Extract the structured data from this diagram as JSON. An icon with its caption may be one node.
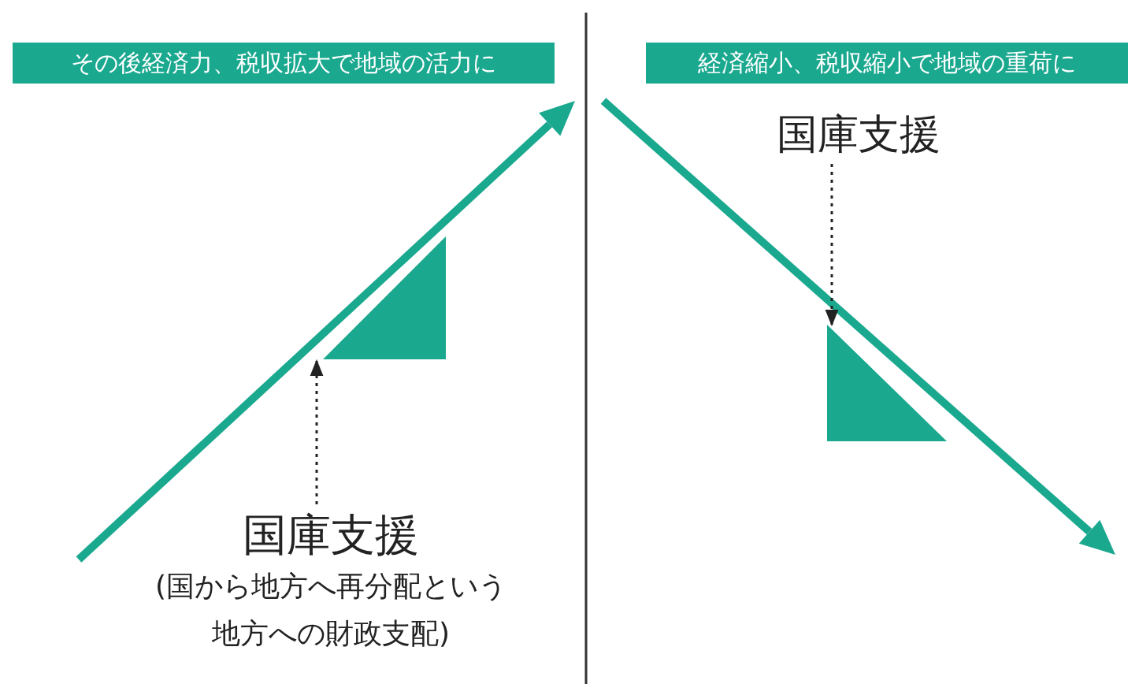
{
  "diagram": {
    "nodes": [
      {
        "text": [
          "その後経済力、税収拡大で地域の活力に"
        ]
      },
      {
        "text": [
          "経済縮小、税収縮小で地域の重荷に"
        ]
      },
      {
        "text": [
          "国庫支援",
          "(国から地方へ再分配という地方への財政支配)"
        ]
      },
      {
        "text": [],
        "shape": "triangle"
      },
      {
        "text": [
          "国庫支援"
        ]
      },
      {
        "text": [],
        "shape": "triangle"
      }
    ],
    "edges": [
      {
        "from": 2,
        "to": 3,
        "arrow": "to",
        "style": "dashed"
      },
      {
        "from": 4,
        "to": 5,
        "arrow": "to",
        "style": "dashed"
      }
    ]
  }
}
